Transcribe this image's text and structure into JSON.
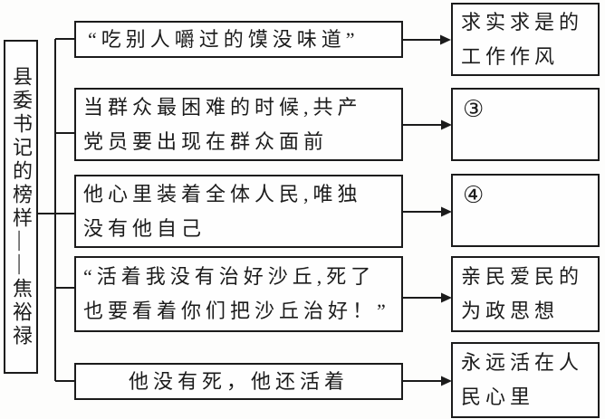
{
  "diagram": {
    "title_hidden": "",
    "root_label": "县委书记的榜样——焦裕禄",
    "rows": [
      {
        "middle": "“吃别人嚼过的馍没味道”",
        "right": "求实求是的\n工作作风"
      },
      {
        "middle": "当群众最困难的时候,共产\n党员要出现在群众面前",
        "right": "③"
      },
      {
        "middle": "他心里装着全体人民,唯独\n没有他自己",
        "right": "④"
      },
      {
        "middle": "“活着我没有治好沙丘,死了\n也要看着你们把沙丘治好！”",
        "right": "亲民爱民的\n为政思想"
      },
      {
        "middle": "他没有死，他还活着",
        "right": "永远活在人\n民心里"
      }
    ],
    "colors": {
      "ink": "#1b1b1b",
      "paper": "#fdfdfc"
    }
  }
}
